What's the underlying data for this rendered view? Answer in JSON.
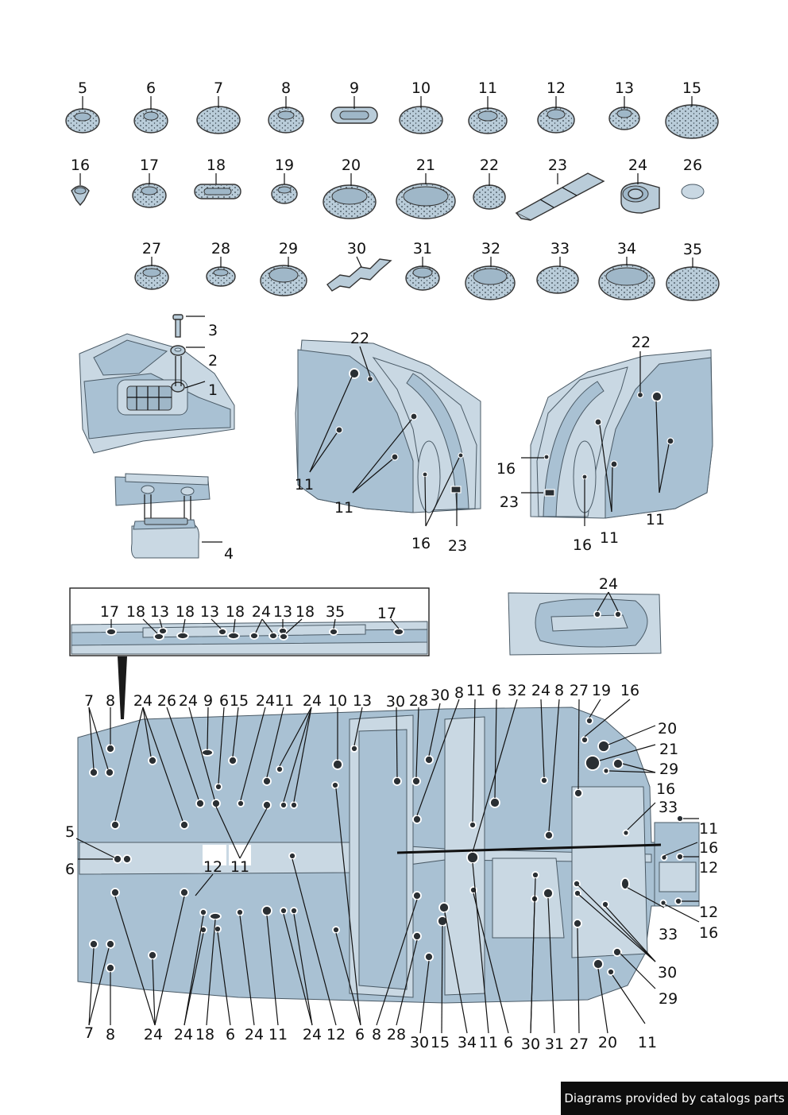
{
  "footer": {
    "text": "Diagrams provided by catalogs parts"
  },
  "parts_row1": [
    "5",
    "6",
    "7",
    "8",
    "9",
    "10",
    "11",
    "12",
    "13",
    "15"
  ],
  "parts_row2": [
    "16",
    "17",
    "18",
    "19",
    "20",
    "21",
    "22",
    "23",
    "24",
    "26"
  ],
  "parts_row3": [
    "27",
    "28",
    "29",
    "30",
    "31",
    "32",
    "33",
    "34",
    "35"
  ],
  "control_unit_labels": [
    "3",
    "2",
    "1",
    "4"
  ],
  "left_arch_labels": [
    "22",
    "11",
    "11",
    "16",
    "23"
  ],
  "right_arch_labels": [
    "22",
    "16",
    "23",
    "11",
    "16",
    "11"
  ],
  "inset_labels": [
    "17",
    "18",
    "13",
    "18",
    "13",
    "18",
    "24",
    "13",
    "18",
    "35",
    "17"
  ],
  "tunnel_labels": [
    "24"
  ],
  "underbody_top": [
    "7",
    "8",
    "24",
    "26",
    "24",
    "9",
    "6",
    "15",
    "24",
    "11",
    "24",
    "10",
    "13",
    "30",
    "28",
    "30",
    "8",
    "11",
    "6",
    "32",
    "24",
    "8",
    "27",
    "19",
    "16"
  ],
  "underbody_right": [
    "20",
    "21",
    "29",
    "16",
    "33",
    "11",
    "16",
    "12",
    "12",
    "16",
    "33",
    "30",
    "29"
  ],
  "underbody_left": [
    "5",
    "6"
  ],
  "underbody_mid": [
    "12",
    "11"
  ],
  "underbody_bottom": [
    "7",
    "8",
    "24",
    "24",
    "18",
    "6",
    "24",
    "11",
    "24",
    "12",
    "6",
    "8",
    "28",
    "30",
    "15",
    "34",
    "11",
    "6",
    "30",
    "31",
    "27",
    "20",
    "11"
  ]
}
